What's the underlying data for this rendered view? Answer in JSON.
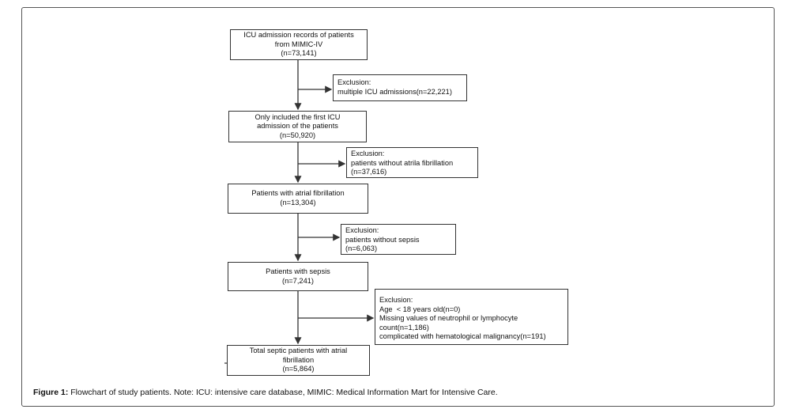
{
  "main_boxes": [
    {
      "lines": [
        "ICU admission records of patients",
        "from MIMIC-IV",
        "(n=73,141)"
      ]
    },
    {
      "lines": [
        "Only included the first ICU",
        "admission of the patients",
        "(n=50,920)"
      ]
    },
    {
      "lines": [
        "Patients with atrial fibrillation",
        "(n=13,304)"
      ]
    },
    {
      "lines": [
        "Patients with sepsis",
        "(n=7,241)"
      ]
    },
    {
      "lines": [
        "Total septic patients with atrial",
        "fibrillation",
        "(n=5,864)"
      ]
    }
  ],
  "exclusion_boxes": [
    {
      "lines": [
        "Exclusion:",
        "multiple ICU admissions(n=22,221)"
      ]
    },
    {
      "lines": [
        "Exclusion:",
        "patients without atrila fibrillation",
        "(n=37,616)"
      ]
    },
    {
      "lines": [
        "Exclusion:",
        "patients without sepsis",
        "(n=6,063)"
      ]
    },
    {
      "lines": [
        "Exclusion:",
        "Age  < 18 years old(n=0)",
        "Missing values of neutrophil or lymphocyte",
        "count(n=1,186)",
        "complicated with hematological malignancy(n=191)"
      ]
    }
  ],
  "caption": {
    "label": "Figure 1:",
    "text": " Flowchart of study patients. Note: ICU:  intensive care database, MIMIC: Medical Information Mart for Intensive Care."
  }
}
